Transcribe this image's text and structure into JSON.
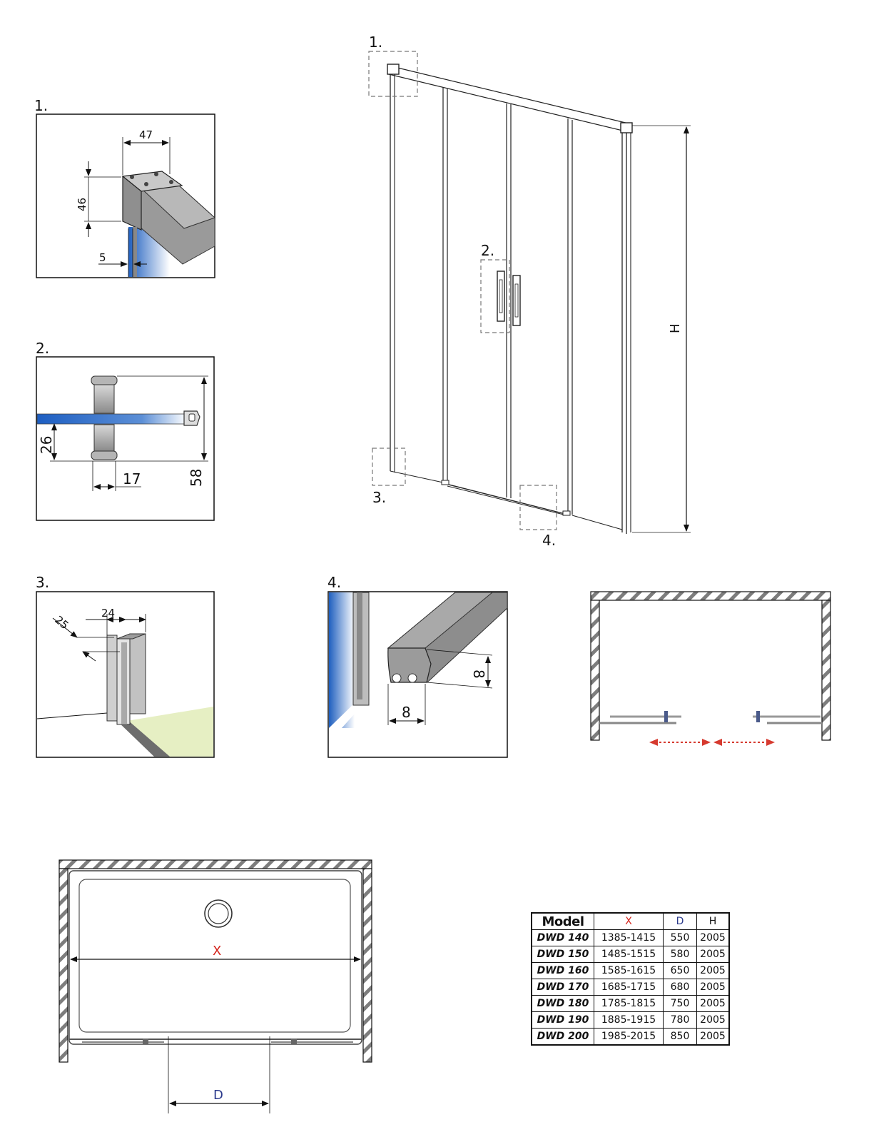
{
  "labels": {
    "detail1": "1.",
    "detail2": "2.",
    "detail3": "3.",
    "detail4": "4.",
    "height": "H",
    "width": "X",
    "door": "D"
  },
  "detail1_dims": {
    "a": "47",
    "b": "46",
    "c": "5"
  },
  "detail2_dims": {
    "a": "26",
    "b": "17",
    "c": "58"
  },
  "detail3_dims": {
    "a": "25",
    "b": "24"
  },
  "detail4_dims": {
    "a": "8",
    "b": "8"
  },
  "colors": {
    "arrow": "#d63a2f",
    "glass": "#3f7fd0",
    "floor": "#e6efc3",
    "x_label": "#d4241c",
    "d_label": "#2b3a8c"
  },
  "table": {
    "headers": [
      "Model",
      "X",
      "D",
      "H"
    ],
    "rows": [
      [
        "DWD 140",
        "1385-1415",
        "550",
        "2005"
      ],
      [
        "DWD 150",
        "1485-1515",
        "580",
        "2005"
      ],
      [
        "DWD 160",
        "1585-1615",
        "650",
        "2005"
      ],
      [
        "DWD 170",
        "1685-1715",
        "680",
        "2005"
      ],
      [
        "DWD 180",
        "1785-1815",
        "750",
        "2005"
      ],
      [
        "DWD 190",
        "1885-1915",
        "780",
        "2005"
      ],
      [
        "DWD 200",
        "1985-2015",
        "850",
        "2005"
      ]
    ]
  }
}
